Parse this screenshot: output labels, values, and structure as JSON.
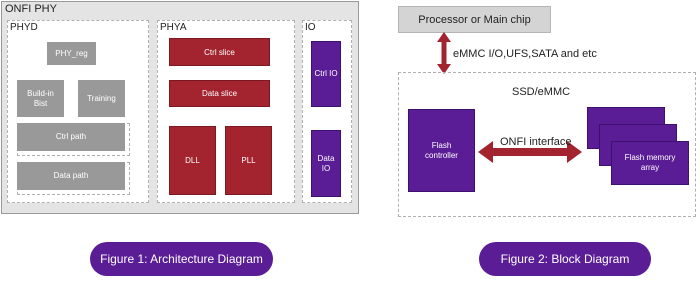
{
  "figure1": {
    "title": "ONFI PHY",
    "phyd": {
      "label": "PHYD",
      "phy_reg": "PHY_reg",
      "bist": "Build-in Bist",
      "training": "Training",
      "ctrl_path": "Ctrl path",
      "data_path": "Data path"
    },
    "phya": {
      "label": "PHYA",
      "ctrl_slice": "Ctrl slice",
      "data_slice": "Data slice",
      "dll": "DLL",
      "pll": "PLL"
    },
    "io": {
      "label": "IO",
      "ctrl_io": "Ctrl IO",
      "data_io": "Data IO"
    },
    "caption": "Figure 1:  Architecture Diagram"
  },
  "figure2": {
    "processor": "Processor or Main chip",
    "bus_label": "eMMC I/O,UFS,SATA and etc",
    "container_label": "SSD/eMMC",
    "flash_controller": "Flash controller",
    "interface_label": "ONFI interface",
    "flash_memory": "Flash memory array",
    "caption": "Figure 2:  Block Diagram"
  },
  "colors": {
    "gray_block": "#999999",
    "red_block": "#a3232f",
    "purple_block": "#5a1d96",
    "panel_bg": "#e4e4e4"
  }
}
